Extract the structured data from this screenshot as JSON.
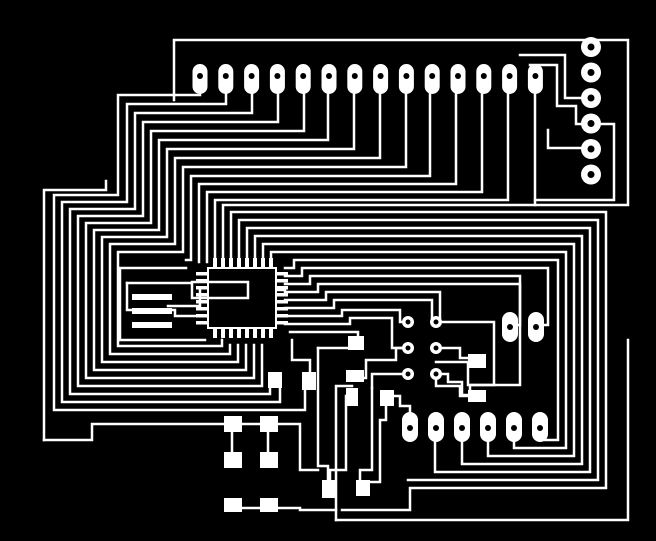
{
  "colors": {
    "background": "#000000",
    "copper": "#ffffff",
    "drill": "#000000"
  },
  "components": {
    "ic": {
      "name": "smd-ic",
      "pins_per_side": 8
    },
    "header_top": {
      "name": "top-pin-header",
      "pin_count": 14
    },
    "header_right": {
      "name": "right-pin-header",
      "pin_count": 6
    },
    "header_bottom": {
      "name": "bottom-pin-header",
      "pin_count": 6
    },
    "side_pads": {
      "name": "side-oval-pads",
      "pin_count": 2
    }
  }
}
